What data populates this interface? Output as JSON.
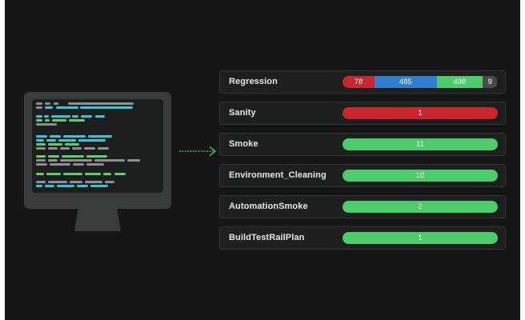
{
  "suites": [
    {
      "name": "Regression",
      "segments": [
        {
          "value": "78",
          "color": "#c8262c",
          "count": 78
        },
        {
          "value": "485",
          "color": "#2f7fd1",
          "count": 485
        },
        {
          "value": "498",
          "color": "#4ccc6b",
          "count": 498
        },
        {
          "value": "9",
          "color": "#4a4b4b",
          "count": 9
        }
      ]
    },
    {
      "name": "Sanity",
      "segments": [
        {
          "value": "1",
          "color": "#c8262c",
          "count": 1
        }
      ]
    },
    {
      "name": "Smoke",
      "segments": [
        {
          "value": "11",
          "color": "#4ccc6b",
          "count": 11
        }
      ]
    },
    {
      "name": "Environment_Cleaning",
      "segments": [
        {
          "value": "10",
          "color": "#4ccc6b",
          "count": 10
        }
      ]
    },
    {
      "name": "AutomationSmoke",
      "segments": [
        {
          "value": "2",
          "color": "#4ccc6b",
          "count": 2
        }
      ]
    },
    {
      "name": "BuildTestRailPlan",
      "segments": [
        {
          "value": "1",
          "color": "#4ccc6b",
          "count": 1
        }
      ]
    }
  ],
  "colors": {
    "background": "#161616",
    "failed": "#c8262c",
    "blocked": "#2f7fd1",
    "passed": "#4ccc6b",
    "untested": "#4a4b4b",
    "connector": "#4ccc6b"
  },
  "icons": {
    "illustration": "computer-monitor-icon",
    "connector": "dotted-arrow-right-icon"
  }
}
